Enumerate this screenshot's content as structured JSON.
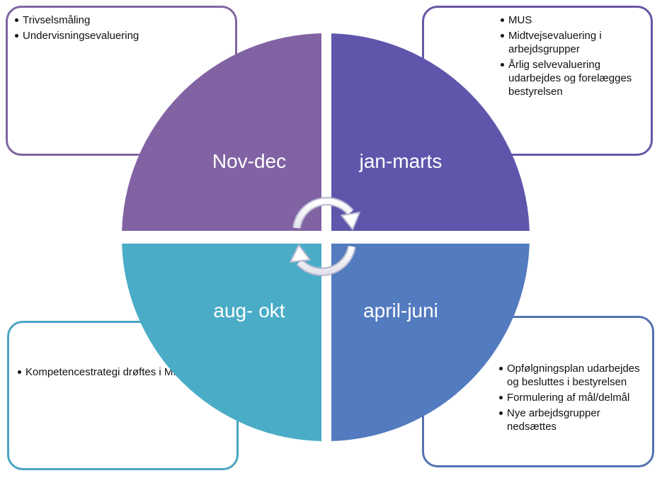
{
  "quadrants": [
    {
      "label": "Nov-dec",
      "color": "#8163a3",
      "items": [
        "Trivselsmåling",
        "Undervisningsevaluering"
      ]
    },
    {
      "label": "jan-marts",
      "color": "#5f56ac",
      "items": [
        "MUS",
        "Midtvejsevaluering i arbejdsgrupper",
        "Årlig selvevaluering udarbejdes og forelægges bestyrelsen"
      ]
    },
    {
      "label": "aug- okt",
      "color": "#4aacc6",
      "items": [
        "Kompetencestrategi drøftes i MIO"
      ]
    },
    {
      "label": "april-juni",
      "color": "#537bbf",
      "items": [
        "Opfølgningsplan udarbejdes og besluttes i bestyrelsen",
        "Formulering af mål/delmål",
        "Nye arbejdsgrupper nedsættes"
      ]
    }
  ],
  "icons": {
    "cycle": "circular-arrows-icon"
  }
}
